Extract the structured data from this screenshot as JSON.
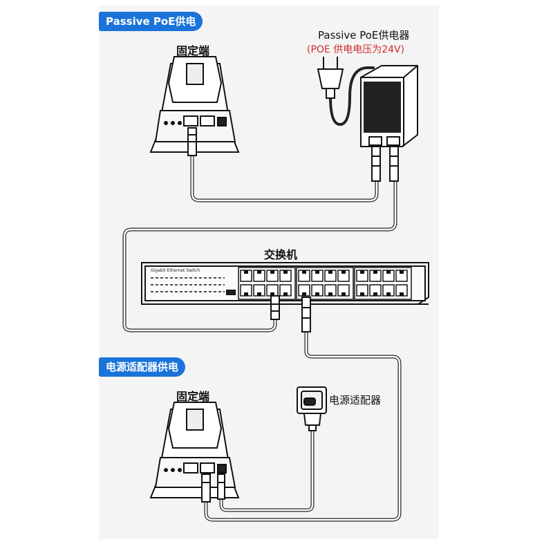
{
  "sections": {
    "top_badge": "Passive PoE供电",
    "bottom_badge": "电源适配器供电"
  },
  "labels": {
    "fixed_end_top": "固定端",
    "injector_title": "Passive PoE供电器",
    "injector_note": "(POE 供电电压为24V)",
    "switch_title": "交换机",
    "switch_brand": "Gigabit Ethernet Switch",
    "fixed_end_bottom": "固定端",
    "adapter_title": "电源适配器"
  },
  "colors": {
    "badge": "#1a73d9",
    "note_red": "#d42a2a",
    "panel_bg": "#f2f2f2",
    "line": "#111111"
  }
}
